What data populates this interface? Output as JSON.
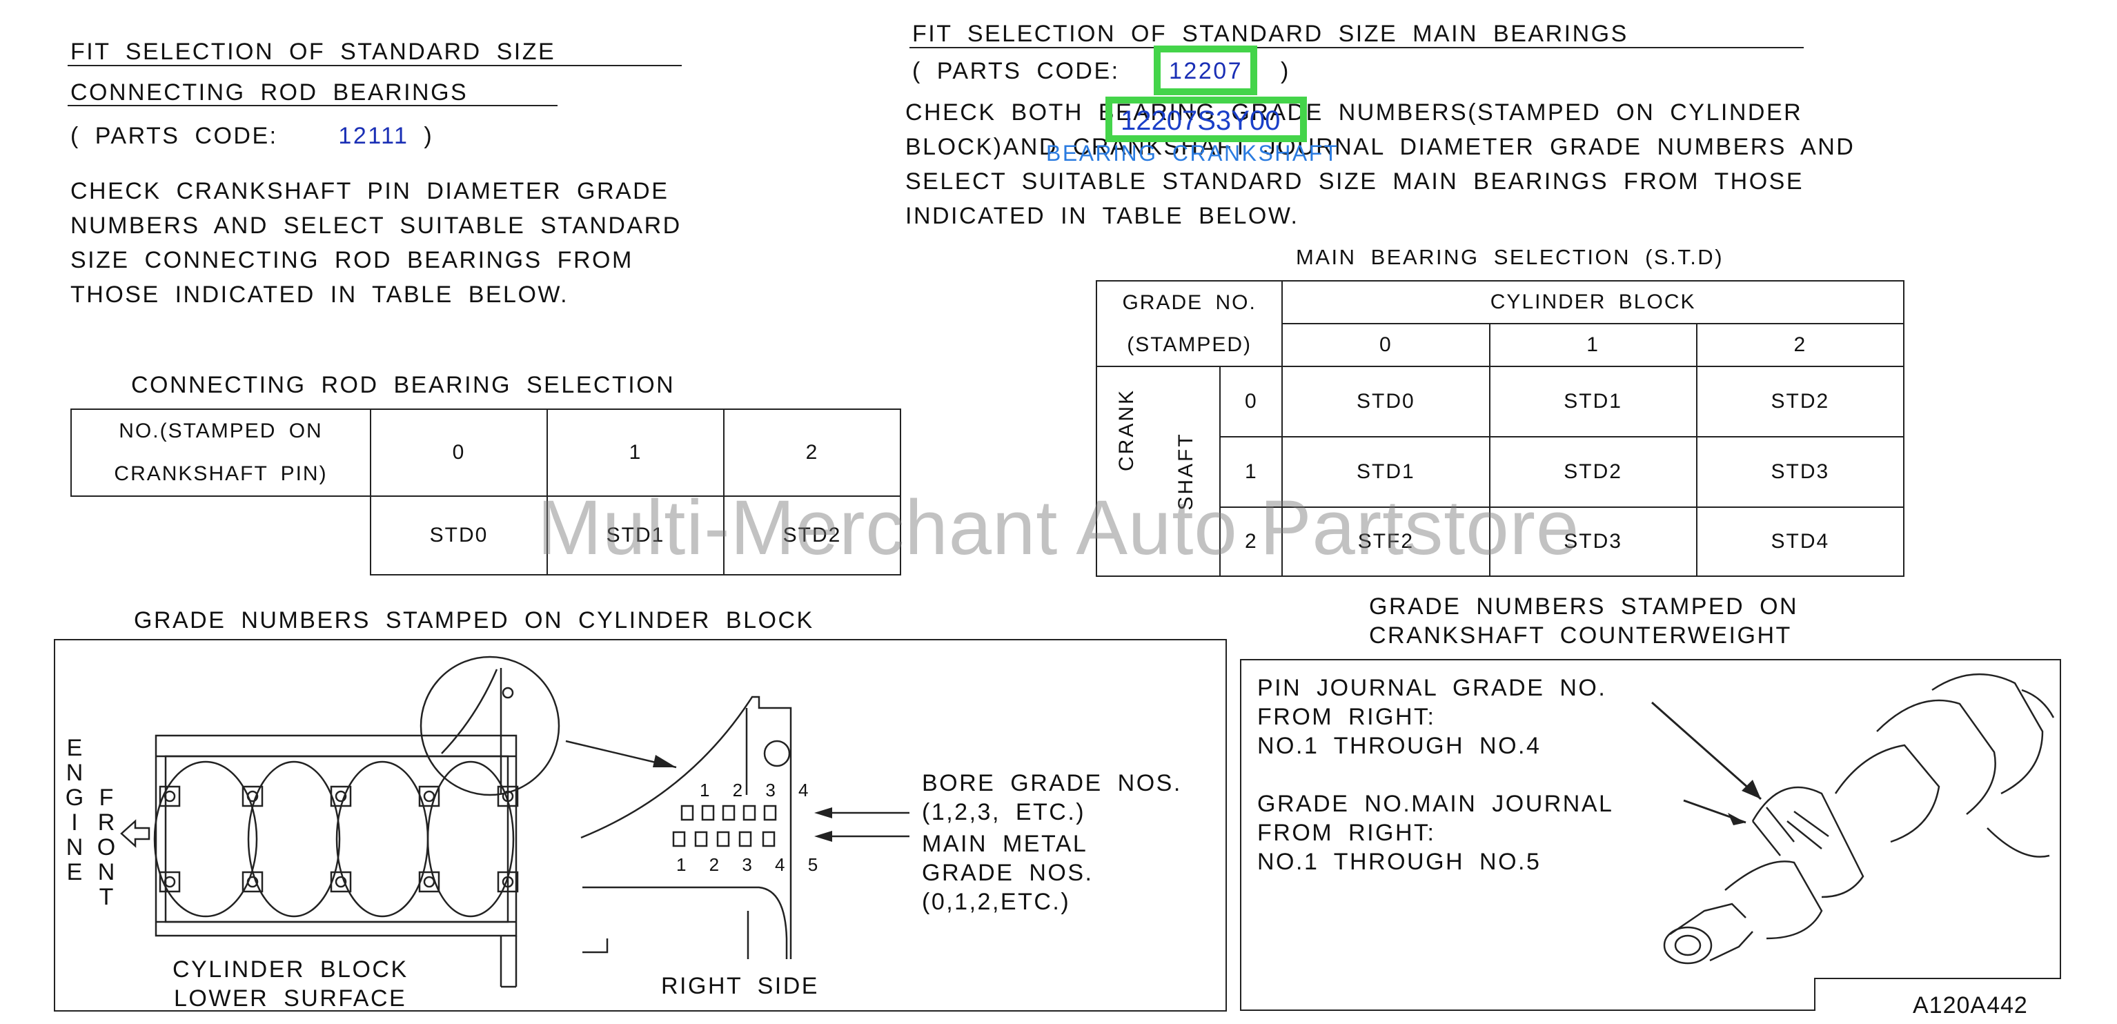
{
  "left_header": {
    "title_line1": "FIT  SELECTION  OF  STANDARD  SIZE",
    "title_line2": "CONNECTING  ROD  BEARINGS",
    "parts_prefix": "( PARTS  CODE:",
    "parts_code": "12111",
    "parts_suffix": ")",
    "desc": [
      "CHECK  CRANKSHAFT  PIN  DIAMETER  GRADE",
      "NUMBERS  AND  SELECT  SUITABLE  STANDARD",
      "SIZE  CONNECTING  ROD  BEARINGS  FROM",
      "THOSE  INDICATED  IN  TABLE  BELOW."
    ]
  },
  "right_header": {
    "title": "FIT  SELECTION  OF  STANDARD  SIZE  MAIN  BEARINGS",
    "parts_prefix": "( PARTS  CODE:",
    "parts_code": "12207",
    "parts_suffix": ")",
    "tooltip_code": "12207S3Y00",
    "tooltip_label": "BEARING  CRANKSHAFT",
    "desc": [
      "CHECK  BOTH  BEARING  GRADE  NUMBERS(STAMPED  ON  CYLINDER",
      "BLOCK)AND  CRANKSHAFT  JOURNAL  DIAMETER  GRADE  NUMBERS  AND",
      "SELECT  SUITABLE  STANDARD  SIZE  MAIN  BEARINGS  FROM  THOSE",
      "INDICATED  IN  TABLE  BELOW."
    ]
  },
  "rod_table": {
    "title": "CONNECTING  ROD  BEARING  SELECTION",
    "header_line1": "NO.(STAMPED  ON",
    "header_line2": "CRANKSHAFT  PIN)",
    "cols": [
      "0",
      "1",
      "2"
    ],
    "values": [
      "STD0",
      "STD1",
      "STD2"
    ]
  },
  "main_table": {
    "title": "MAIN  BEARING  SELECTION  (S.T.D)",
    "grade_no": "GRADE  NO.",
    "stamped": "(STAMPED)",
    "cylinder_block": "CYLINDER  BLOCK",
    "cols": [
      "0",
      "1",
      "2"
    ],
    "row_label_1": "CRANK",
    "row_label_2": "SHAFT",
    "rows": [
      {
        "grade": "0",
        "values": [
          "STD0",
          "STD1",
          "STD2"
        ]
      },
      {
        "grade": "1",
        "values": [
          "STD1",
          "STD2",
          "STD3"
        ]
      },
      {
        "grade": "2",
        "values": [
          "STF2",
          "STD3",
          "STD4"
        ]
      }
    ]
  },
  "watermark": "Multi-Merchant Auto Partstore",
  "block_panel": {
    "title": "GRADE  NUMBERS  STAMPED  ON  CYLINDER  BLOCK",
    "engine": "ENGINE",
    "front": "FRONT",
    "lower_1": "CYLINDER  BLOCK",
    "lower_2": "LOWER  SURFACE",
    "right_side": "RIGHT  SIDE",
    "bore_1": "BORE  GRADE  NOS.",
    "bore_2": "(1,2,3,  ETC.)",
    "metal_1": "MAIN  METAL",
    "metal_2": "GRADE  NOS.",
    "metal_3": "(0,1,2,ETC.)",
    "top_digits": "1 2 3 4",
    "bottom_digits": "1 2 3 4 5"
  },
  "crank_panel": {
    "title_1": "GRADE  NUMBERS  STAMPED  ON",
    "title_2": "CRANKSHAFT  COUNTERWEIGHT",
    "pin_1": "PIN  JOURNAL  GRADE  NO.",
    "pin_2": "FROM  RIGHT:",
    "pin_3": "NO.1  THROUGH  NO.4",
    "main_1": "GRADE  NO.MAIN  JOURNAL",
    "main_2": "FROM  RIGHT:",
    "main_3": "NO.1  THROUGH  NO.5"
  },
  "figure_id": "A120A442"
}
